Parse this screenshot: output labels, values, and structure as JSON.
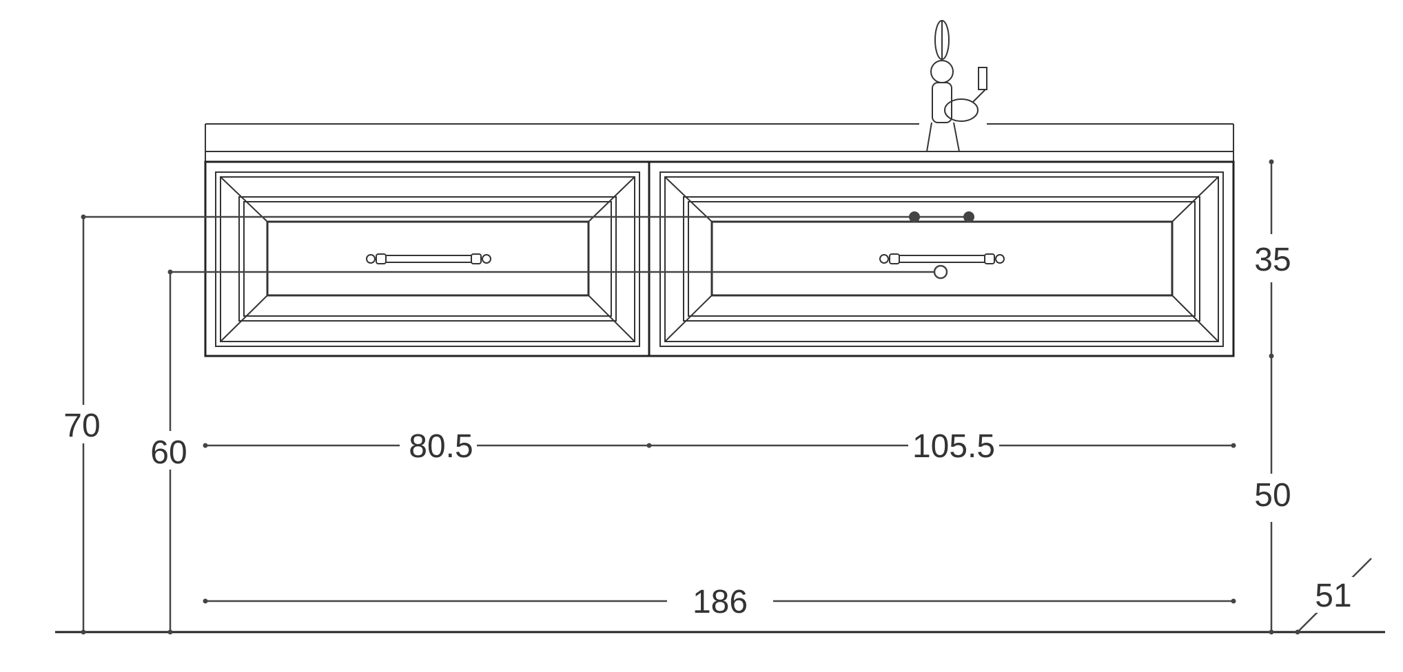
{
  "colors": {
    "line": "#222222",
    "dim": "#444444",
    "text": "#333333",
    "background": "#ffffff"
  },
  "dimensions": {
    "overall_width": "186",
    "left_drawer_width": "80.5",
    "right_drawer_width": "105.5",
    "overall_height": "70",
    "upper_height": "60",
    "cabinet_height": "35",
    "wall_gap": "50",
    "depth": "51"
  }
}
